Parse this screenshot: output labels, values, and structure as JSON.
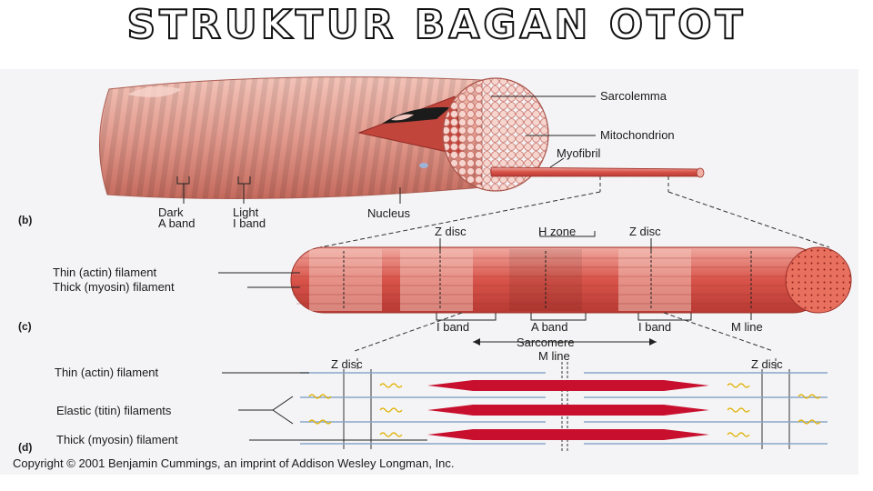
{
  "title": "STRUKTUR BAGAN OTOT",
  "panel_b": {
    "tag": "(b)",
    "sarcolemma": "Sarcolemma",
    "mitochondrion": "Mitochondrion",
    "myofibril": "Myofibril",
    "dark_band_1": "Dark",
    "dark_band_2": "A band",
    "light_band_1": "Light",
    "light_band_2": "I band",
    "nucleus": "Nucleus"
  },
  "panel_c": {
    "tag": "(c)",
    "z_disc_left": "Z disc",
    "h_zone": "H zone",
    "z_disc_right": "Z disc",
    "thin_filament": "Thin (actin) filament",
    "thick_filament": "Thick (myosin) filament",
    "i_band_left": "I band",
    "a_band": "A band",
    "i_band_right": "I band",
    "m_line": "M line",
    "sarcomere": "Sarcomere"
  },
  "panel_d": {
    "tag": "(d)",
    "m_line": "M line",
    "z_disc_left": "Z disc",
    "z_disc_right": "Z disc",
    "thin_filament": "Thin (actin) filament",
    "elastic_filaments": "Elastic (titin) filaments",
    "thick_filament": "Thick (myosin) filament"
  },
  "copyright": "Copyright © 2001 Benjamin Cummings, an imprint of Addison Wesley Longman, Inc.",
  "colors": {
    "muscle": "#e8a69a",
    "muscle_dark": "#c96a5e",
    "myosin": "#c8102e",
    "actin": "#8aa6c8",
    "titin": "#e0b000"
  }
}
